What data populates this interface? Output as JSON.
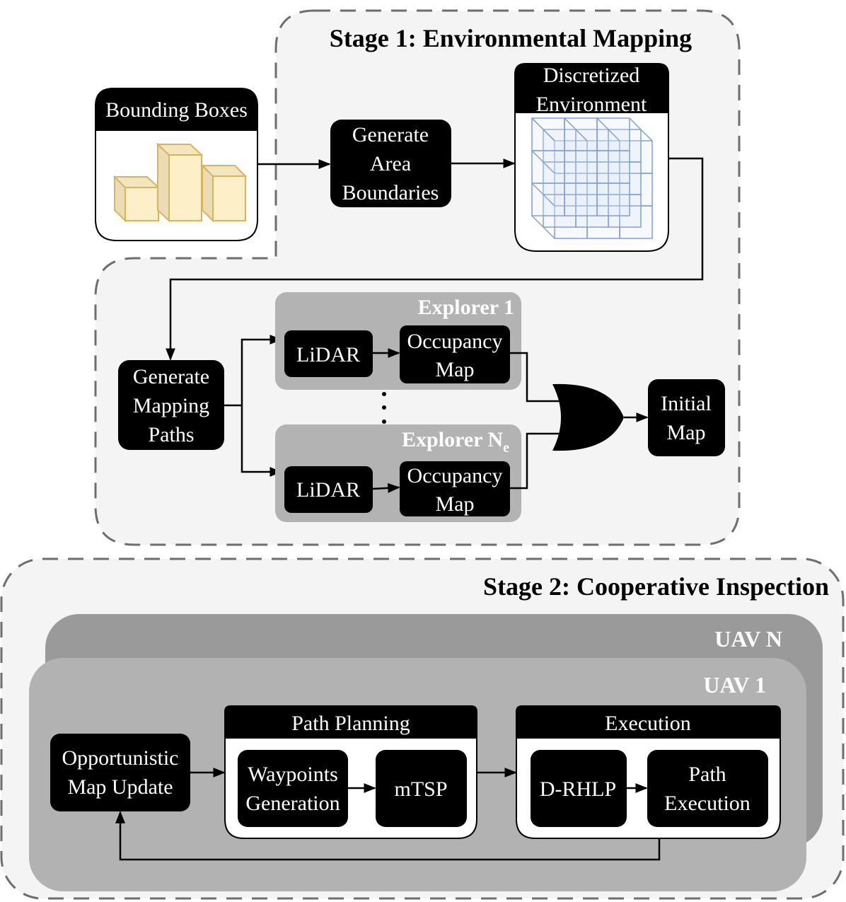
{
  "stage1": {
    "title": "Stage 1: Environmental Mapping",
    "bounding_boxes": {
      "label": "Bounding Boxes",
      "icon": "boxes-3d-icon"
    },
    "generate_area": {
      "lines": [
        "Generate",
        "Area",
        "Boundaries"
      ]
    },
    "discretized": {
      "lines": [
        "Discretized",
        "Environment"
      ],
      "icon": "voxel-grid-icon"
    },
    "generate_mapping": {
      "lines": [
        "Generate",
        "Mapping",
        "Paths"
      ]
    },
    "explorer_1": {
      "label": "Explorer 1",
      "lidar": "LiDAR",
      "occupancy": [
        "Occupancy",
        "Map"
      ]
    },
    "explorer_n": {
      "label": "Explorer N",
      "label_sub": "e",
      "lidar": "LiDAR",
      "occupancy": [
        "Occupancy",
        "Map"
      ]
    },
    "merge_gate": "or-gate-icon",
    "initial_map": {
      "lines": [
        "Initial",
        "Map"
      ]
    }
  },
  "stage2": {
    "title": "Stage 2: Cooperative Inspection",
    "uav_n_label": "UAV N",
    "uav_1_label": "UAV 1",
    "map_update": {
      "lines": [
        "Opportunistic",
        "Map Update"
      ]
    },
    "path_planning": {
      "title": "Path Planning",
      "waypoints": [
        "Waypoints",
        "Generation"
      ],
      "mtsp": "mTSP"
    },
    "execution": {
      "title": "Execution",
      "drhlp": "D-RHLP",
      "path_execution": [
        "Path",
        "Execution"
      ]
    }
  },
  "colors": {
    "stage_bg": "#f4f4f4",
    "dash": "#6e6e6e",
    "node": "#000000",
    "explorer_bg": "#b3b3b3",
    "uav_n_bg": "#9a9a9a",
    "uav_1_bg": "#b2b2b2",
    "box_fill": "#fdf0c8",
    "box_side": "#eedfb0",
    "box_stroke": "#d8b45a",
    "voxel": "#7f9fd6"
  }
}
